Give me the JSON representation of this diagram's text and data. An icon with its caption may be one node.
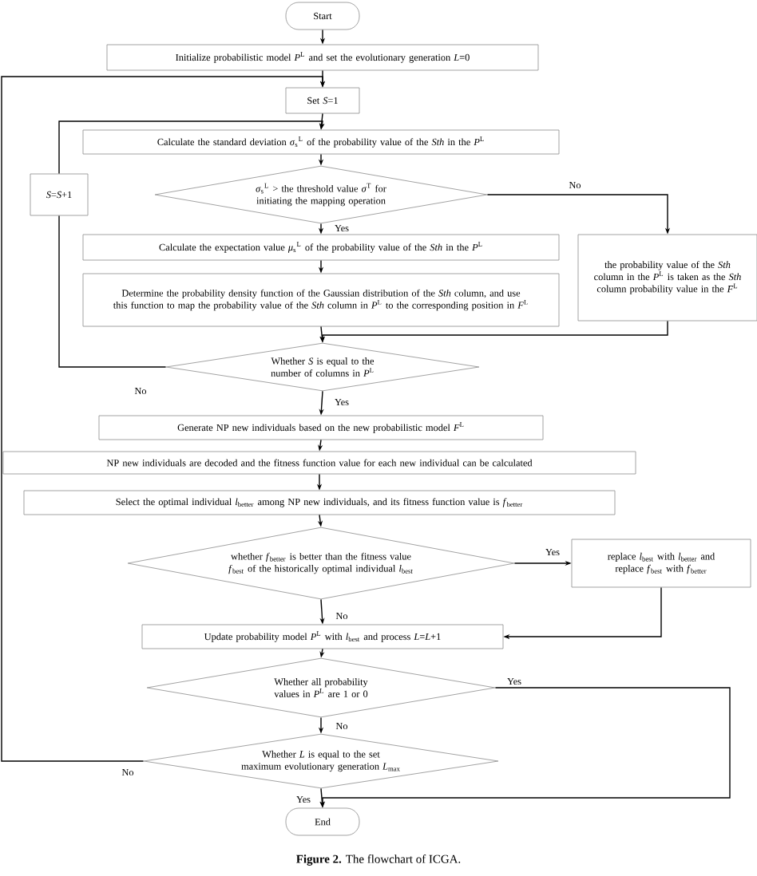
{
  "diagram": {
    "caption": "**Figure 2.** The flowchart of ICGA.",
    "nodes": [
      {
        "text": [
          "Start"
        ]
      },
      {
        "text": [
          "Initialize probabilistic model *P*$^{L}$ and set the evolutionary generation *L*=0"
        ]
      },
      {
        "text": [
          "Set *S*=1"
        ]
      },
      {
        "text": [
          "Calculate the standard deviation *σ*$_{s}$$^{L}$ of the probability value of the *Sth* in the *P*$^{L}$"
        ]
      },
      {
        "text": [
          "*σ*$_{s}$$^{L}$ > the threshold value *σ*$^{T}$ for initiating the mapping operation"
        ]
      },
      {
        "text": [
          "*S*=*S*+1"
        ]
      },
      {
        "text": [
          "Calculate the expectation value *μ*$_{s}$$^{L}$ of the probability value of the *Sth* in the *P*$^{L}$"
        ]
      },
      {
        "text": [
          "Determine the probability density function of the Gaussian distribution of the *Sth* column, and use this function to map the probability value of the *Sth* column in *P*$^{L}$ to the corresponding position in *F*$^{L}$"
        ]
      },
      {
        "text": [
          "the probability value of the *Sth* column in the *P*$^{L}$ is taken as the *Sth* column probability value in the *F*$^{L}$"
        ]
      },
      {
        "text": [
          "Whether *S* is equal to the number of columns in *P*$^{L}$"
        ]
      },
      {
        "text": [
          "Generate NP new individuals based on the new probabilistic model *F*$^{L}$"
        ]
      },
      {
        "text": [
          "NP new individuals are decoded and the fitness function value for each new individual can be calculated"
        ]
      },
      {
        "text": [
          "Select the optimal individual *l*$_{better}$ among NP new individuals, and its fitness function value is *f*$_{better}$"
        ]
      },
      {
        "text": [
          "whether *f*$_{better}$ is better than the fitness value *f*$_{best}$ of the historically optimal individual *l*$_{best}$"
        ]
      },
      {
        "text": [
          "replace *l*$_{best}$ with *l*$_{better}$ and replace *f*$_{best}$ with *f*$_{better}$"
        ]
      },
      {
        "text": [
          "Update probability model *P*$^{L}$ with *l*$_{best}$ and process *L*=*L*+1"
        ]
      },
      {
        "text": [
          "Whether all probability values in *P*$^{L}$ are 1 or 0"
        ]
      },
      {
        "text": [
          "Whether *L* is equal to the set maximum evolutionary generation *L*$_{max}$"
        ]
      },
      {
        "text": [
          "End"
        ]
      }
    ],
    "edges": [
      {
        "from": 0,
        "to": 1,
        "arrow": "to"
      },
      {
        "from": 1,
        "to": 2,
        "arrow": "to"
      },
      {
        "from": 2,
        "to": 3,
        "arrow": "to"
      },
      {
        "from": 3,
        "to": 4,
        "arrow": "to"
      },
      {
        "from": 4,
        "to": 6,
        "arrow": "to",
        "label": "Yes"
      },
      {
        "from": 4,
        "to": 8,
        "arrow": "to",
        "label": "No"
      },
      {
        "from": 6,
        "to": 7,
        "arrow": "to"
      },
      {
        "from": 7,
        "to": 9,
        "arrow": "to"
      },
      {
        "from": 8,
        "to": 9,
        "arrow": "to"
      },
      {
        "from": 9,
        "to": 10,
        "arrow": "to",
        "label": "Yes"
      },
      {
        "from": 9,
        "to": 5,
        "arrow": "none",
        "label": "No"
      },
      {
        "from": 5,
        "to": 3,
        "arrow": "to"
      },
      {
        "from": 10,
        "to": 11,
        "arrow": "to"
      },
      {
        "from": 11,
        "to": 12,
        "arrow": "to"
      },
      {
        "from": 12,
        "to": 13,
        "arrow": "to"
      },
      {
        "from": 13,
        "to": 14,
        "arrow": "to",
        "label": "Yes"
      },
      {
        "from": 13,
        "to": 15,
        "arrow": "to",
        "label": "No"
      },
      {
        "from": 14,
        "to": 15,
        "arrow": "to"
      },
      {
        "from": 15,
        "to": 16,
        "arrow": "to"
      },
      {
        "from": 16,
        "to": 17,
        "arrow": "to",
        "label": "No"
      },
      {
        "from": 16,
        "to": 18,
        "arrow": "to",
        "label": "Yes"
      },
      {
        "from": 17,
        "to": 18,
        "arrow": "to",
        "label": "Yes"
      },
      {
        "from": 17,
        "to": 2,
        "arrow": "to",
        "label": "No"
      }
    ]
  }
}
